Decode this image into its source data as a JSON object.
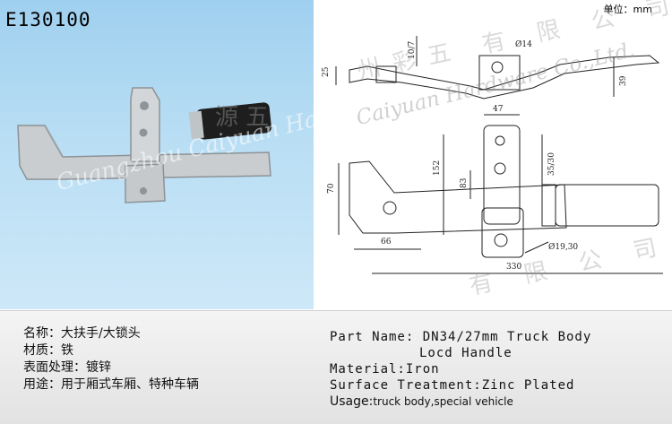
{
  "product": {
    "code": "E130100",
    "unit_label": "单位：mm"
  },
  "watermark": {
    "latin": "Guangzhou Caiyuan Hardware Ltd.",
    "latin_partial": "Caiyuan Hardware Co.,Ltd.",
    "cn_partial": "源 五",
    "cn_company": "州彩五 有 限 公 司",
    "cn_company_2": "有 限 公 司",
    "cn_company_3": "有 限"
  },
  "dimensions": {
    "d1": "10/7",
    "d2": "25",
    "d3": "Ø14",
    "d4": "39",
    "d5": "47",
    "d6": "152",
    "d7": "83",
    "d8": "35/30",
    "d9": "70",
    "d10": "66",
    "d11": "Ø19,30",
    "d12": "330"
  },
  "specs_cn": {
    "name_key": "名称：",
    "name_val": "大扶手/大锁头",
    "material_key": "材质：",
    "material_val": "铁",
    "surface_key": "表面处理：",
    "surface_val": "镀锌",
    "usage_key": "用途：",
    "usage_val": "用于厢式车厢、特种车辆"
  },
  "specs_en": {
    "part_line1": "Part Name: DN34/27mm Truck Body",
    "part_line2": "Locd Handle",
    "material": "Material:Iron",
    "surface": "Surface Treatment:Zinc Plated",
    "usage_key": "Usage:",
    "usage_val": "truck body,special vehicle"
  },
  "colors": {
    "photo_bg": "#b9def4",
    "metal": "#c8cdd1",
    "grip": "#1e1e1e",
    "line": "#222222"
  }
}
